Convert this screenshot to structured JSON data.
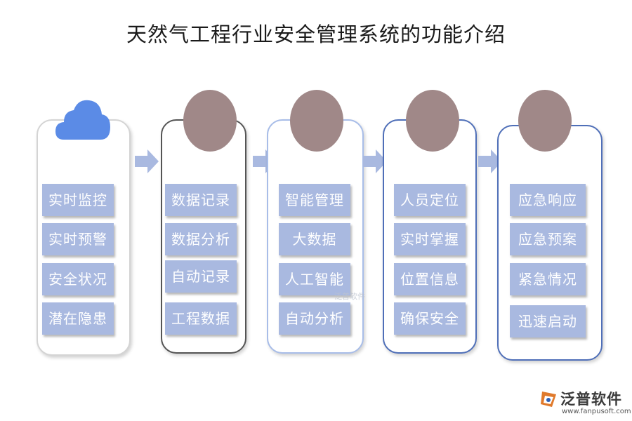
{
  "title": "天然气工程行业安全管理系统的功能介绍",
  "columns": [
    {
      "header_icon": "cloud-icon",
      "items": [
        "实时监控",
        "实时预警",
        "安全状况",
        "潜在隐患"
      ]
    },
    {
      "header_icon": "circle-icon",
      "items": [
        "数据记录",
        "数据分析",
        "自动记录",
        "工程数据"
      ]
    },
    {
      "header_icon": "circle-icon",
      "items": [
        "智能管理",
        "大数据",
        "人工智能",
        "自动分析"
      ]
    },
    {
      "header_icon": "circle-icon",
      "items": [
        "人员定位",
        "实时掌握",
        "位置信息",
        "确保安全"
      ]
    },
    {
      "header_icon": "circle-icon",
      "items": [
        "应急响应",
        "应急预案",
        "紧急情况",
        "迅速启动"
      ]
    }
  ],
  "watermark": "泛普软件",
  "logo": {
    "name": "泛普软件",
    "url": "www.fanpusoft.com"
  },
  "colors": {
    "box": "#a9b9e0",
    "blob": "#a08888",
    "cloud": "#5b8be6",
    "arrow": "#a9b9e0"
  }
}
